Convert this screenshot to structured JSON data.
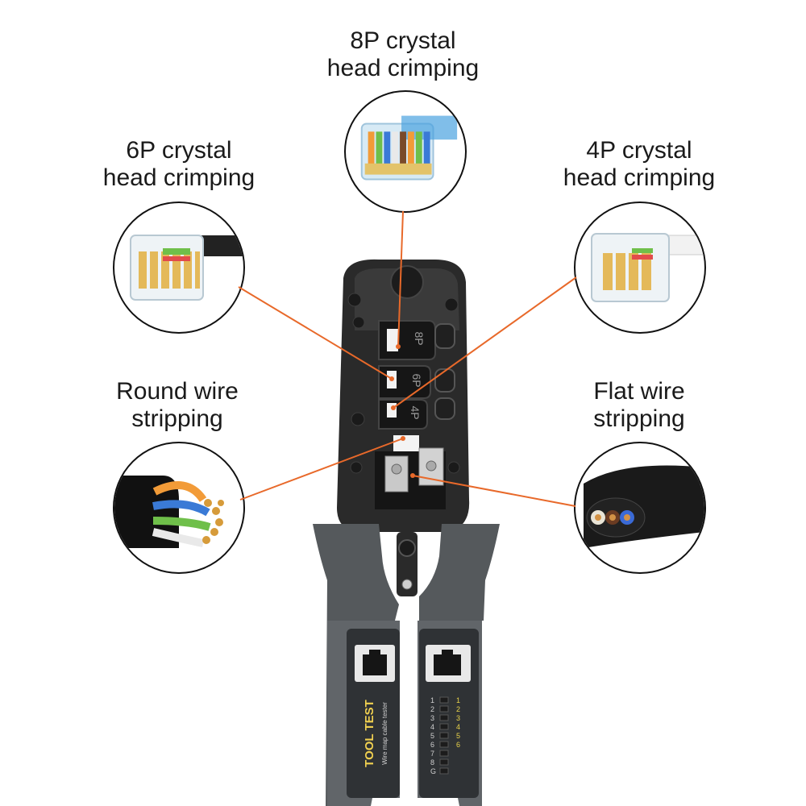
{
  "features": {
    "crimp_8p": {
      "line1": "8P crystal",
      "line2": "head crimping"
    },
    "crimp_6p": {
      "line1": "6P crystal",
      "line2": "head crimping"
    },
    "crimp_4p": {
      "line1": "4P crystal",
      "line2": "head crimping"
    },
    "round_strip": {
      "line1": "Round wire",
      "line2": "stripping"
    },
    "flat_strip": {
      "line1": "Flat wire",
      "line2": "stripping"
    }
  },
  "tool": {
    "brand": "TOOL TEST",
    "subtitle": "Wire map cable tester",
    "die_labels": [
      "8P",
      "6P",
      "4P"
    ],
    "pins_left": [
      "1",
      "2",
      "3",
      "4",
      "5",
      "6",
      "7",
      "8",
      "G"
    ],
    "pins_right": [
      "1",
      "2",
      "3",
      "4",
      "5",
      "6"
    ]
  },
  "colors": {
    "leader_line": "#e8692a",
    "tool_body": "#2a2a2a",
    "handle": "#55595c"
  }
}
